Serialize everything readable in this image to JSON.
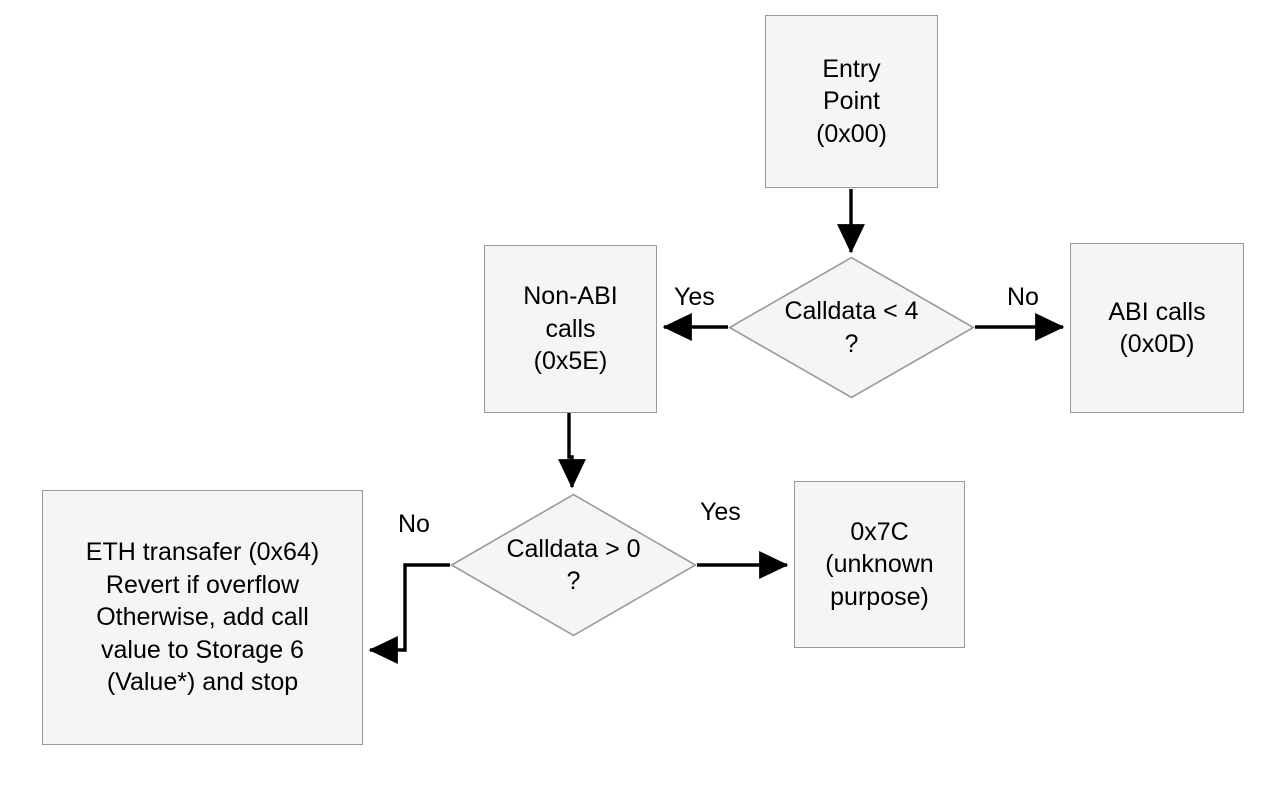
{
  "diagram": {
    "title": "EVM contract dispatch flowchart",
    "background_color": "#ffffff",
    "node_fill": "#f5f5f5",
    "node_stroke": "#9a9a9a",
    "edge_color": "#000000",
    "text_color": "#000000",
    "nodes": [
      {
        "id": "entry-point",
        "shape": "rectangle",
        "label": "Entry\nPoint\n(0x00)"
      },
      {
        "id": "calldata-lt-4",
        "shape": "diamond",
        "label": "Calldata < 4\n?"
      },
      {
        "id": "non-abi-calls",
        "shape": "rectangle",
        "label": "Non-ABI\ncalls\n(0x5E)"
      },
      {
        "id": "abi-calls",
        "shape": "rectangle",
        "label": "ABI calls\n(0x0D)"
      },
      {
        "id": "calldata-gt-0",
        "shape": "diamond",
        "label": "Calldata > 0\n?"
      },
      {
        "id": "unknown-purpose",
        "shape": "rectangle",
        "label": "0x7C\n(unknown\npurpose)"
      },
      {
        "id": "eth-transfer",
        "shape": "rectangle",
        "label": "ETH transafer (0x64)\nRevert if overflow\nOtherwise, add call\nvalue to Storage 6\n(Value*) and stop"
      }
    ],
    "edges": [
      {
        "id": "entry-to-calldata-lt-4",
        "from": "entry-point",
        "to": "calldata-lt-4",
        "label": ""
      },
      {
        "id": "calldata-lt-4-yes",
        "from": "calldata-lt-4",
        "to": "non-abi-calls",
        "label": "Yes"
      },
      {
        "id": "calldata-lt-4-no",
        "from": "calldata-lt-4",
        "to": "abi-calls",
        "label": "No"
      },
      {
        "id": "non-abi-to-calldata-gt-0",
        "from": "non-abi-calls",
        "to": "calldata-gt-0",
        "label": ""
      },
      {
        "id": "calldata-gt-0-yes",
        "from": "calldata-gt-0",
        "to": "unknown-purpose",
        "label": "Yes"
      },
      {
        "id": "calldata-gt-0-no",
        "from": "calldata-gt-0",
        "to": "eth-transfer",
        "label": "No"
      }
    ]
  }
}
